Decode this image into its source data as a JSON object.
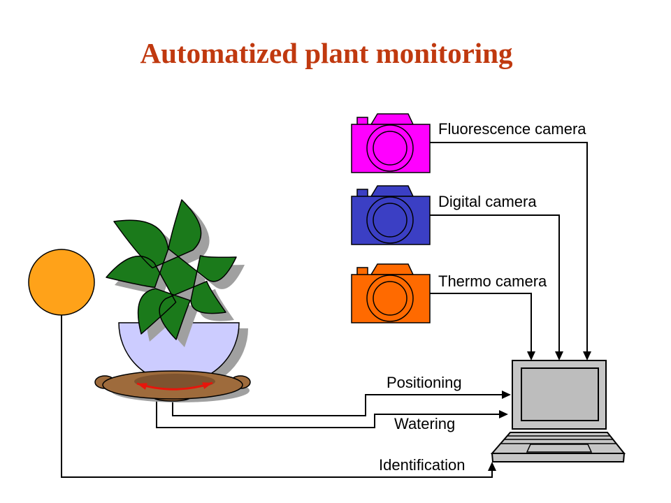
{
  "title": {
    "text": "Automatized plant monitoring",
    "color": "#C0390F"
  },
  "cameras": [
    {
      "id": "fluorescence",
      "label": "Fluorescence camera",
      "color": "#FF00FF"
    },
    {
      "id": "digital",
      "label": "Digital camera",
      "color": "#3B3FC4"
    },
    {
      "id": "thermo",
      "label": "Thermo camera",
      "color": "#FF6A00"
    }
  ],
  "links": {
    "positioning": {
      "label": "Positioning"
    },
    "watering": {
      "label": "Watering"
    },
    "identification": {
      "label": "Identification"
    }
  },
  "colors": {
    "leaf": "#1B7A1B",
    "shadow": "#A0A0A0",
    "pot": "#CCCCFF",
    "dish": "#9E6B3C",
    "dish_shade": "#7E532F",
    "laptop": "#C6C6C6",
    "laptop_screen": "#BDBDBD",
    "lamp": "#FFA219",
    "rotation_arrow": "#E8150B",
    "line": "#000000"
  }
}
